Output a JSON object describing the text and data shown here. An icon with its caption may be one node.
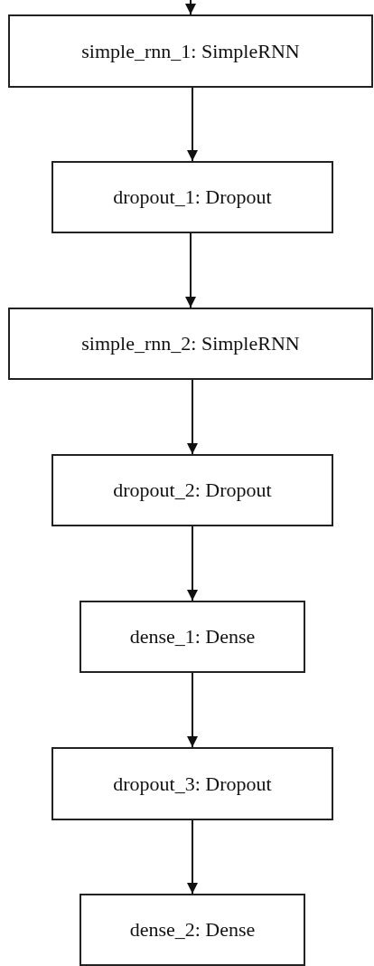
{
  "diagram": {
    "nodes": [
      {
        "text": [
          "simple_rnn_1: SimpleRNN"
        ]
      },
      {
        "text": [
          "dropout_1: Dropout"
        ]
      },
      {
        "text": [
          "simple_rnn_2: SimpleRNN"
        ]
      },
      {
        "text": [
          "dropout_2: Dropout"
        ]
      },
      {
        "text": [
          "dense_1: Dense"
        ]
      },
      {
        "text": [
          "dropout_3: Dropout"
        ]
      },
      {
        "text": [
          "dense_2: Dense"
        ]
      }
    ],
    "edges": [
      {
        "from": null,
        "to": 0,
        "arrow": "to"
      },
      {
        "from": 0,
        "to": 1,
        "arrow": "to"
      },
      {
        "from": 1,
        "to": 2,
        "arrow": "to"
      },
      {
        "from": 2,
        "to": 3,
        "arrow": "to"
      },
      {
        "from": 3,
        "to": 4,
        "arrow": "to"
      },
      {
        "from": 4,
        "to": 5,
        "arrow": "to"
      },
      {
        "from": 5,
        "to": 6,
        "arrow": "to"
      }
    ]
  }
}
